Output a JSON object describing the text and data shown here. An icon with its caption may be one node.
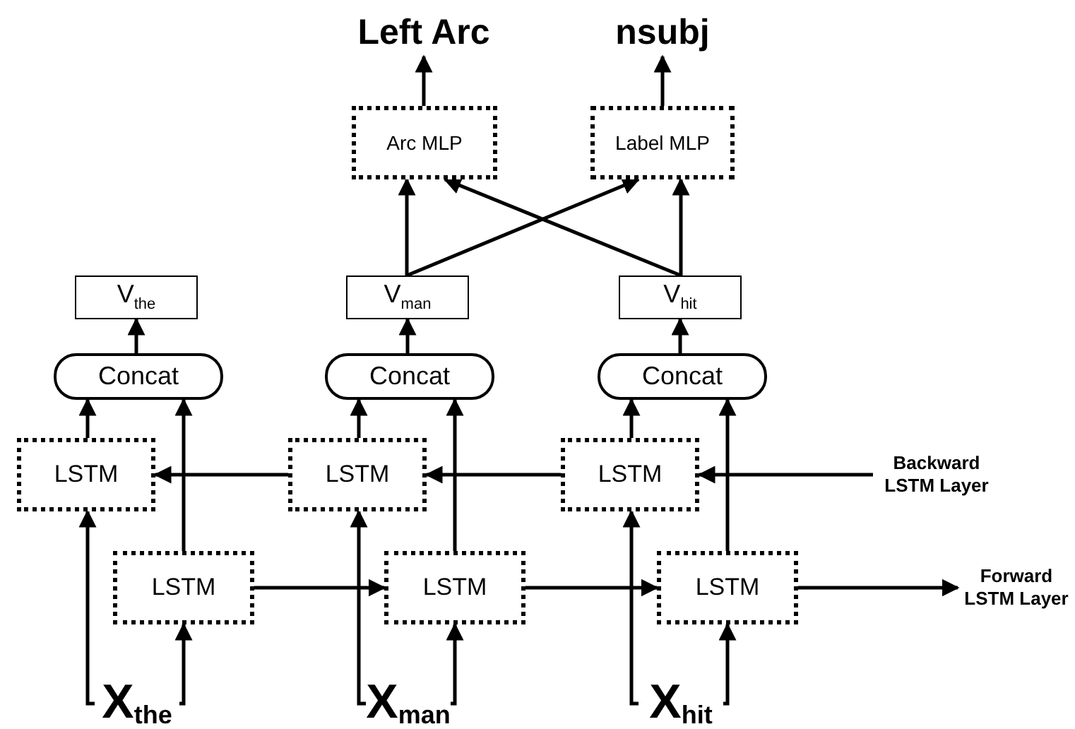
{
  "diagram": {
    "nodes": [
      {
        "text": [
          "Left Arc"
        ]
      },
      {
        "text": [
          "nsubj"
        ]
      },
      {
        "text": [
          "Arc MLP"
        ]
      },
      {
        "text": [
          "Label MLP"
        ]
      },
      {
        "text": [
          "V$_{the}$"
        ]
      },
      {
        "text": [
          "V$_{man}$"
        ]
      },
      {
        "text": [
          "V$_{hit}$"
        ]
      },
      {
        "text": [
          "Concat"
        ]
      },
      {
        "text": [
          "Concat"
        ]
      },
      {
        "text": [
          "Concat"
        ]
      },
      {
        "text": [
          "LSTM"
        ]
      },
      {
        "text": [
          "LSTM"
        ]
      },
      {
        "text": [
          "LSTM"
        ]
      },
      {
        "text": [
          "LSTM"
        ]
      },
      {
        "text": [
          "LSTM"
        ]
      },
      {
        "text": [
          "LSTM"
        ]
      },
      {
        "text": [
          "X$_{the}$"
        ]
      },
      {
        "text": [
          "X$_{man}$"
        ]
      },
      {
        "text": [
          "X$_{hit}$"
        ]
      },
      {
        "text": [
          "Backward LSTM Layer"
        ]
      },
      {
        "text": [
          "Forward LSTM Layer"
        ]
      }
    ],
    "edges": [
      {
        "from": 2,
        "to": 0,
        "arrow": "to"
      },
      {
        "from": 3,
        "to": 1,
        "arrow": "to"
      },
      {
        "from": 5,
        "to": 2,
        "arrow": "to"
      },
      {
        "from": 5,
        "to": 3,
        "arrow": "to"
      },
      {
        "from": 6,
        "to": 2,
        "arrow": "to"
      },
      {
        "from": 6,
        "to": 3,
        "arrow": "to"
      },
      {
        "from": 7,
        "to": 4,
        "arrow": "to"
      },
      {
        "from": 8,
        "to": 5,
        "arrow": "to"
      },
      {
        "from": 9,
        "to": 6,
        "arrow": "to"
      },
      {
        "from": 10,
        "to": 7,
        "arrow": "to"
      },
      {
        "from": 13,
        "to": 7,
        "arrow": "to"
      },
      {
        "from": 11,
        "to": 8,
        "arrow": "to"
      },
      {
        "from": 14,
        "to": 8,
        "arrow": "to"
      },
      {
        "from": 12,
        "to": 9,
        "arrow": "to"
      },
      {
        "from": 15,
        "to": 9,
        "arrow": "to"
      },
      {
        "from": 11,
        "to": 10,
        "arrow": "to"
      },
      {
        "from": 12,
        "to": 11,
        "arrow": "to"
      },
      {
        "from": 19,
        "to": 12,
        "arrow": "to"
      },
      {
        "from": 13,
        "to": 14,
        "arrow": "to"
      },
      {
        "from": 14,
        "to": 15,
        "arrow": "to"
      },
      {
        "from": 15,
        "to": 20,
        "arrow": "to"
      },
      {
        "from": 16,
        "to": 10,
        "arrow": "to"
      },
      {
        "from": 16,
        "to": 13,
        "arrow": "to"
      },
      {
        "from": 17,
        "to": 11,
        "arrow": "to"
      },
      {
        "from": 17,
        "to": 14,
        "arrow": "to"
      },
      {
        "from": 18,
        "to": 12,
        "arrow": "to"
      },
      {
        "from": 18,
        "to": 15,
        "arrow": "to"
      }
    ]
  }
}
